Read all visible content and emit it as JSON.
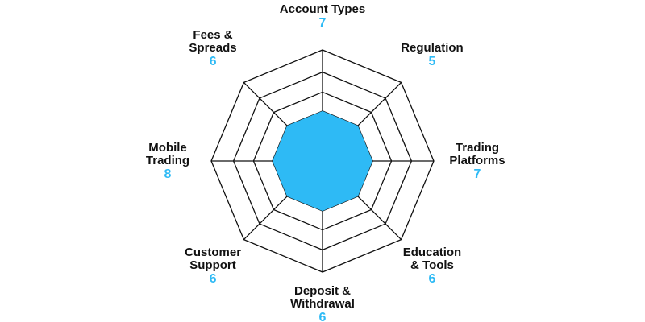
{
  "chart_data": {
    "type": "radar",
    "title": "",
    "axes": [
      {
        "label_lines": [
          "Account Types"
        ],
        "value": 7
      },
      {
        "label_lines": [
          "Regulation"
        ],
        "value": 5
      },
      {
        "label_lines": [
          "Trading",
          "Platforms"
        ],
        "value": 7
      },
      {
        "label_lines": [
          "Education",
          "& Tools"
        ],
        "value": 6
      },
      {
        "label_lines": [
          "Deposit &",
          "Withdrawal"
        ],
        "value": 6
      },
      {
        "label_lines": [
          "Customer",
          "Support"
        ],
        "value": 6
      },
      {
        "label_lines": [
          "Mobile",
          "Trading"
        ],
        "value": 8
      },
      {
        "label_lines": [
          "Fees &",
          "Spreads"
        ],
        "value": 6
      }
    ],
    "scale_max": 10,
    "grid_levels": 4,
    "grid": true,
    "legend": "none",
    "colors": {
      "fill": "#2EBAF5",
      "grid": "#111111",
      "value_text": "#2EBAF5",
      "label_text": "#111111"
    }
  }
}
